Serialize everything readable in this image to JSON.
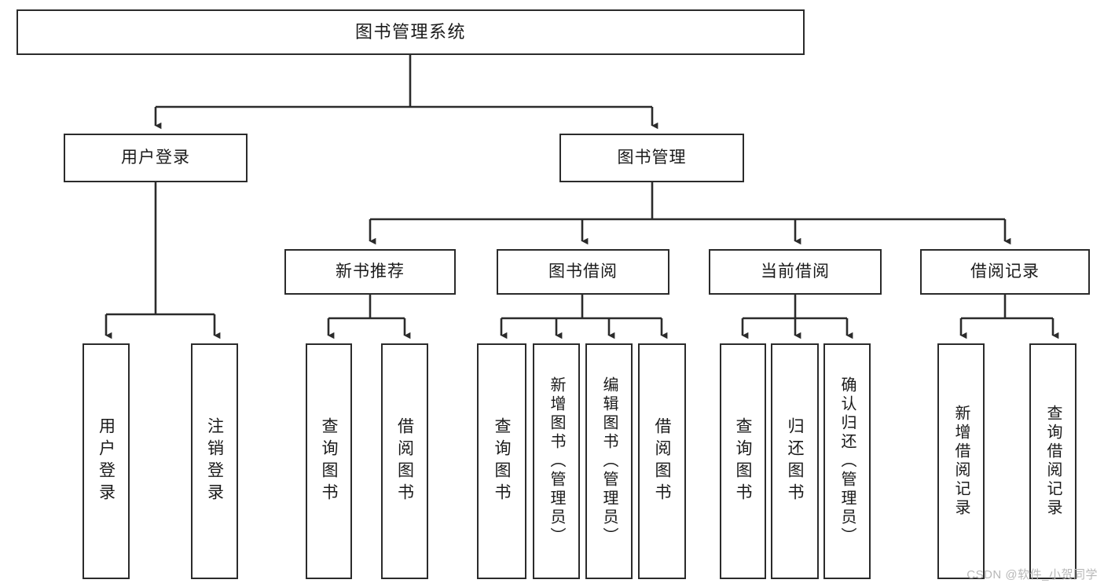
{
  "diagram": {
    "title": "图书管理系统",
    "type": "tree-hierarchy",
    "colors": {
      "border": "#2b2b2b",
      "background": "#ffffff",
      "text": "#1a1a1a",
      "watermark": "#b8b8b8"
    },
    "root": {
      "label": "图书管理系统"
    },
    "level2": [
      {
        "id": "user-login",
        "label": "用户登录"
      },
      {
        "id": "book-management",
        "label": "图书管理"
      }
    ],
    "level3": [
      {
        "id": "new-book-recommend",
        "label": "新书推荐",
        "parent": "book-management"
      },
      {
        "id": "book-borrow",
        "label": "图书借阅",
        "parent": "book-management"
      },
      {
        "id": "current-borrow",
        "label": "当前借阅",
        "parent": "book-management"
      },
      {
        "id": "borrow-record",
        "label": "借阅记录",
        "parent": "book-management"
      }
    ],
    "leaves": [
      {
        "id": "leaf-user-login",
        "label": "用户登录",
        "parent": "user-login"
      },
      {
        "id": "leaf-user-logout",
        "label": "注销登录",
        "parent": "user-login"
      },
      {
        "id": "leaf-query-book-1",
        "label": "查询图书",
        "parent": "new-book-recommend"
      },
      {
        "id": "leaf-borrow-book-1",
        "label": "借阅图书",
        "parent": "new-book-recommend"
      },
      {
        "id": "leaf-query-book-2",
        "label": "查询图书",
        "parent": "book-borrow"
      },
      {
        "id": "leaf-add-book",
        "label": "新增图书（管理员）",
        "parent": "book-borrow"
      },
      {
        "id": "leaf-edit-book",
        "label": "编辑图书（管理员）",
        "parent": "book-borrow"
      },
      {
        "id": "leaf-borrow-book-2",
        "label": "借阅图书",
        "parent": "book-borrow"
      },
      {
        "id": "leaf-query-book-3",
        "label": "查询图书",
        "parent": "current-borrow"
      },
      {
        "id": "leaf-return-book",
        "label": "归还图书",
        "parent": "current-borrow"
      },
      {
        "id": "leaf-confirm-return",
        "label": "确认归还（管理员）",
        "parent": "current-borrow"
      },
      {
        "id": "leaf-add-record",
        "label": "新增借阅记录",
        "parent": "borrow-record"
      },
      {
        "id": "leaf-query-record",
        "label": "查询借阅记录",
        "parent": "borrow-record"
      }
    ]
  },
  "watermark": {
    "text": "CSDN @软件_小贺同学"
  }
}
